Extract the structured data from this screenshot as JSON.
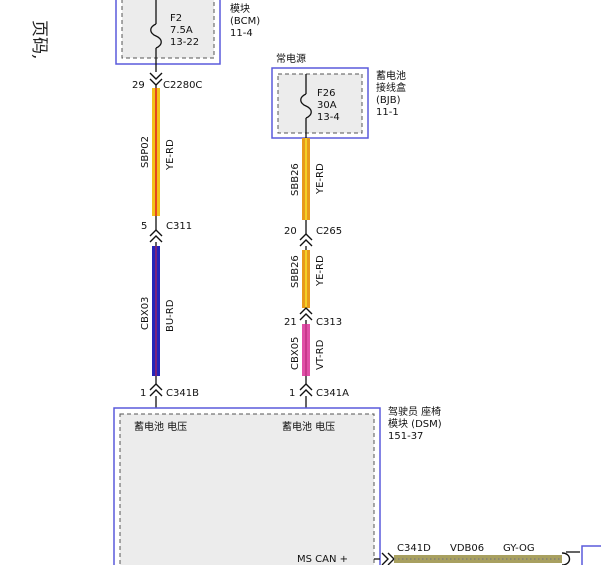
{
  "page_note": "页码,",
  "colors": {
    "box_outer": "#5a5adc",
    "box_inner": "#555555",
    "yellow": "#f2c21a",
    "yellow_red": "#e02020",
    "orange": "#e89a1c",
    "blue": "#2525b8",
    "pink": "#e050a8",
    "olive": "#a8a060",
    "grey_dots": "#8a8a8a"
  },
  "bcm": {
    "fuse_name": "F2",
    "fuse_rating": "7.5A",
    "fuse_ref": "13-22",
    "label_line1": "模块",
    "label_line2": "(BCM)",
    "label_line3": "11-4"
  },
  "bjb": {
    "header": "常电源",
    "fuse_name": "F26",
    "fuse_rating": "30A",
    "fuse_ref": "13-4",
    "label_line1": "蓄电池",
    "label_line2": "接线盒",
    "label_line3": "(BJB)",
    "label_line4": "11-1"
  },
  "left_circuit": {
    "conn1_pin": "29",
    "conn1_name": "C2280C",
    "wire1_id": "SBP02",
    "wire1_color": "YE-RD",
    "conn2_pin": "5",
    "conn2_name": "C311",
    "wire2_id": "CBX03",
    "wire2_color": "BU-RD",
    "conn3_pin": "1",
    "conn3_name": "C341B"
  },
  "right_circuit": {
    "wire1_id": "SBB26",
    "wire1_color": "YE-RD",
    "conn1_pin": "20",
    "conn1_name": "C265",
    "wire2_id": "SBB26",
    "wire2_color": "YE-RD",
    "conn2_pin": "21",
    "conn2_name": "C313",
    "wire3_id": "CBX05",
    "wire3_color": "VT-RD",
    "conn3_pin": "1",
    "conn3_name": "C341A"
  },
  "dsm": {
    "label_line1": "驾驶员 座椅",
    "label_line2": "模块 (DSM)",
    "label_line3": "151-37",
    "pin_left": "蓄电池 电压",
    "pin_right": "蓄电池 电压",
    "pin_can": "MS CAN +"
  },
  "bottom_wire": {
    "conn_name": "C341D",
    "wire_id": "VDB06",
    "wire_color": "GY-OG"
  }
}
